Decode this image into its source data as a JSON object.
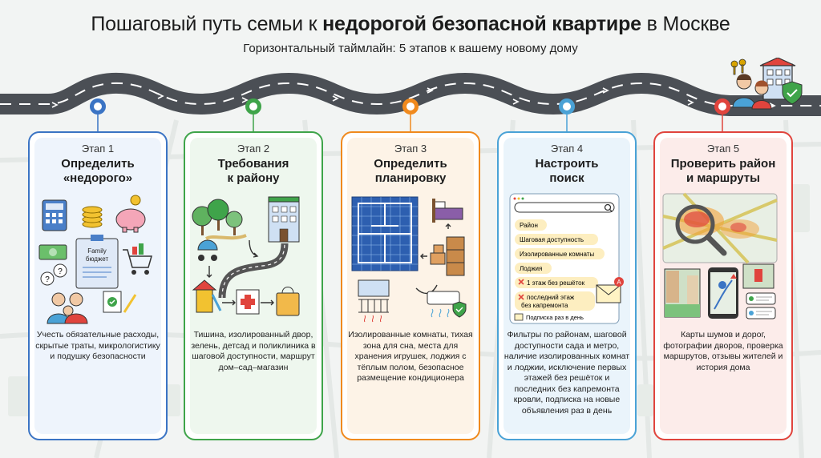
{
  "header": {
    "title_prefix": "Пошаговый путь семьи к ",
    "title_bold": "недорогой безопасной квартире",
    "title_suffix": " в Москве",
    "subtitle": "Горизонтальный таймлайн: 5 этапов к вашему новому дому"
  },
  "colors": {
    "stage1": "#3b74c4",
    "stage2": "#3fa44a",
    "stage3": "#f08a1e",
    "stage4": "#4aa2d6",
    "stage5": "#e0443d"
  },
  "stages": [
    {
      "label": "Этап 1",
      "title_line1": "Определить",
      "title_line2": "«недорого»",
      "description": "Учесть обязательные расходы, скрытые траты, микрологистику и подушку безопасности",
      "folder_label_1": "Family",
      "folder_label_2": "бюджет"
    },
    {
      "label": "Этап 2",
      "title_line1": "Требования",
      "title_line2": "к району",
      "description": "Тишина, изолированный двор, зелень, детсад и поликлиника в шаговой доступности, маршрут дом–сад–магазин"
    },
    {
      "label": "Этап 3",
      "title_line1": "Определить",
      "title_line2": "планировку",
      "description": "Изолированные комнаты, тихая зона для сна, места для хранения игрушек, лоджия с тёплым полом, безопасное размещение кондиционера"
    },
    {
      "label": "Этап 4",
      "title_line1": "Настроить",
      "title_line2": "поиск",
      "description": "Фильтры по районам, шаговой доступности сада и метро, наличие изолированных комнат и лоджии, исключение первых этажей без решёток и последних без капремонта кровли, подписка на новые объявления раз в день",
      "filters": [
        "Район",
        "Шаговая доступность",
        "Изолированные комнаты",
        "Лоджия"
      ],
      "excluded": [
        "1 этаж без решёток",
        "последний этаж без капремонта"
      ],
      "subscription": "Подписка раз в день"
    },
    {
      "label": "Этап 5",
      "title_line1": "Проверить район",
      "title_line2": "и маршруты",
      "description": "Карты шумов и дорог, фотографии дворов, проверка маршрутов, отзывы жителей и история дома"
    }
  ]
}
